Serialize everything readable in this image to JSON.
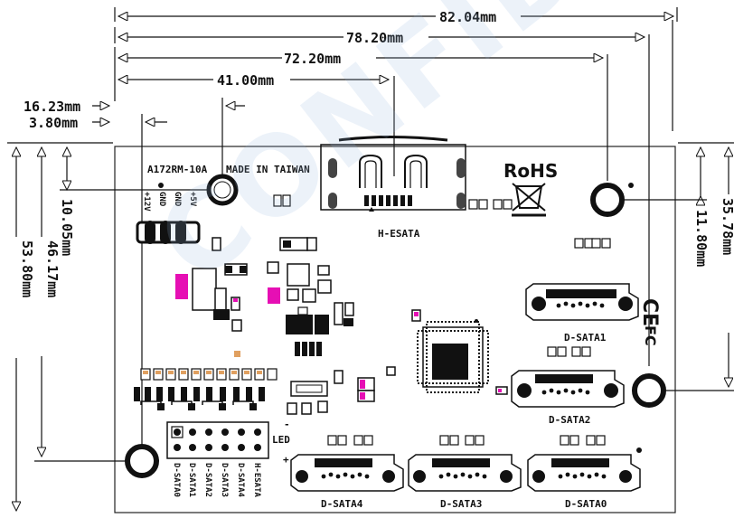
{
  "watermark": "CONFIDENTIAL",
  "dimensions": {
    "width_82": "82.04mm",
    "width_78": "78.20mm",
    "width_72": "72.20mm",
    "width_41": "41.00mm",
    "offset_16": "16.23mm",
    "offset_3": "3.80mm",
    "height_10": "10.05mm",
    "height_46": "46.17mm",
    "height_53": "53.80mm",
    "height_11": "11.80mm",
    "height_35": "35.78mm"
  },
  "board": {
    "model": "A172RM-10A",
    "made_in": "MADE IN TAIWAN",
    "power_pins": [
      "+12V",
      "GND",
      "GND",
      "+5V"
    ],
    "hesata_label": "H-ESATA",
    "rohs": "RoHS",
    "ce": "CE",
    "fc": "FC",
    "led_label": "LED",
    "led_plus": "+",
    "led_minus": "-",
    "led_pins": [
      "D-SATA0",
      "D-SATA1",
      "D-SATA2",
      "D-SATA3",
      "D-SATA4",
      "H-ESATA"
    ],
    "ports": {
      "dsata1": "D-SATA1",
      "dsata2": "D-SATA2",
      "dsata0": "D-SATA0",
      "dsata3": "D-SATA3",
      "dsata4": "D-SATA4"
    }
  },
  "colors": {
    "accent_magenta": "#e60fb4",
    "accent_orange": "#e0a060"
  }
}
